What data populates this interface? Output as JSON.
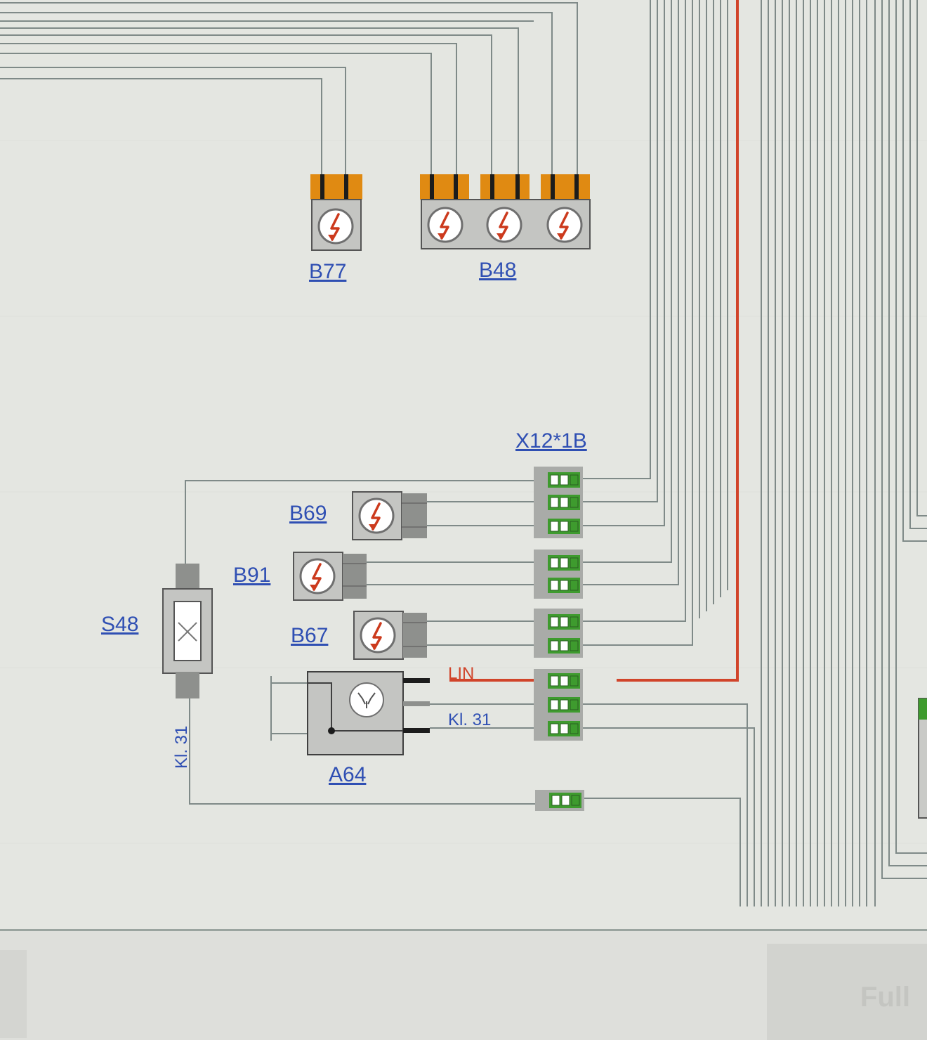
{
  "components": {
    "b77": "B77",
    "b48": "B48",
    "x12": "X12*1B",
    "b69": "B69",
    "b91": "B91",
    "b67": "B67",
    "s48": "S48",
    "a64": "A64"
  },
  "wire_labels": {
    "lin": "LIN",
    "kl31_a64": "Kl. 31",
    "kl31_s48": "Kl. 31"
  },
  "colors": {
    "lin_wire": "#d1442a",
    "wire": "#7f8a88",
    "connector_green": "#3e9b2e",
    "connector_orange": "#e08a12",
    "label_link": "#2f4fb3"
  },
  "status_bar": {
    "button_label": "Full"
  }
}
